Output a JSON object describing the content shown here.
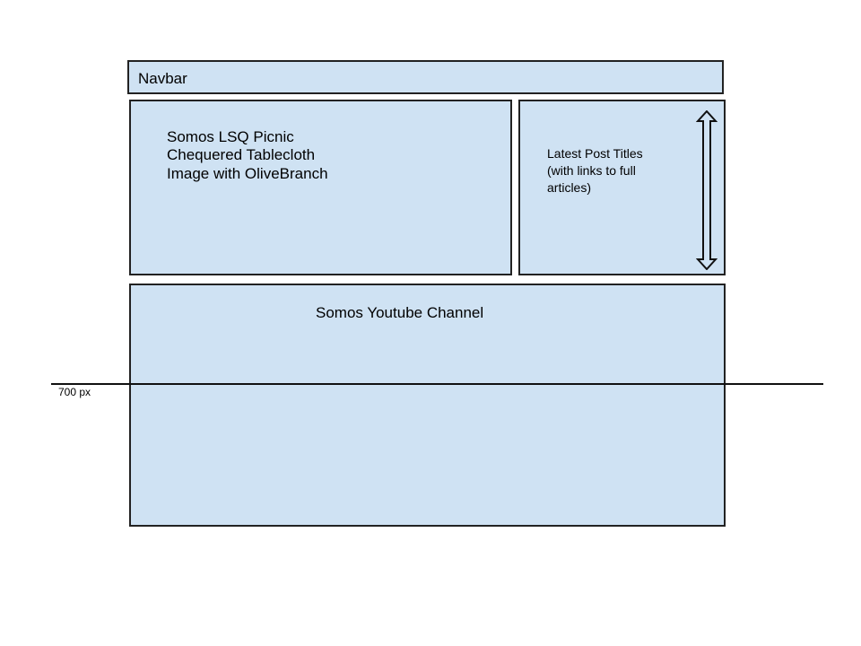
{
  "navbar": {
    "label": "Navbar"
  },
  "hero": {
    "lines": [
      "Somos LSQ Picnic",
      "Chequered Tablecloth",
      "Image with OliveBranch"
    ]
  },
  "sidebar": {
    "lines": [
      "Latest Post Titles",
      "(with links to full",
      "articles)"
    ],
    "icon": "double-arrow-vertical-icon"
  },
  "youtube": {
    "label": "Somos Youtube Channel"
  },
  "fold": {
    "label": "700 px"
  },
  "colors": {
    "fill": "#cfe2f3",
    "stroke": "#222222"
  }
}
